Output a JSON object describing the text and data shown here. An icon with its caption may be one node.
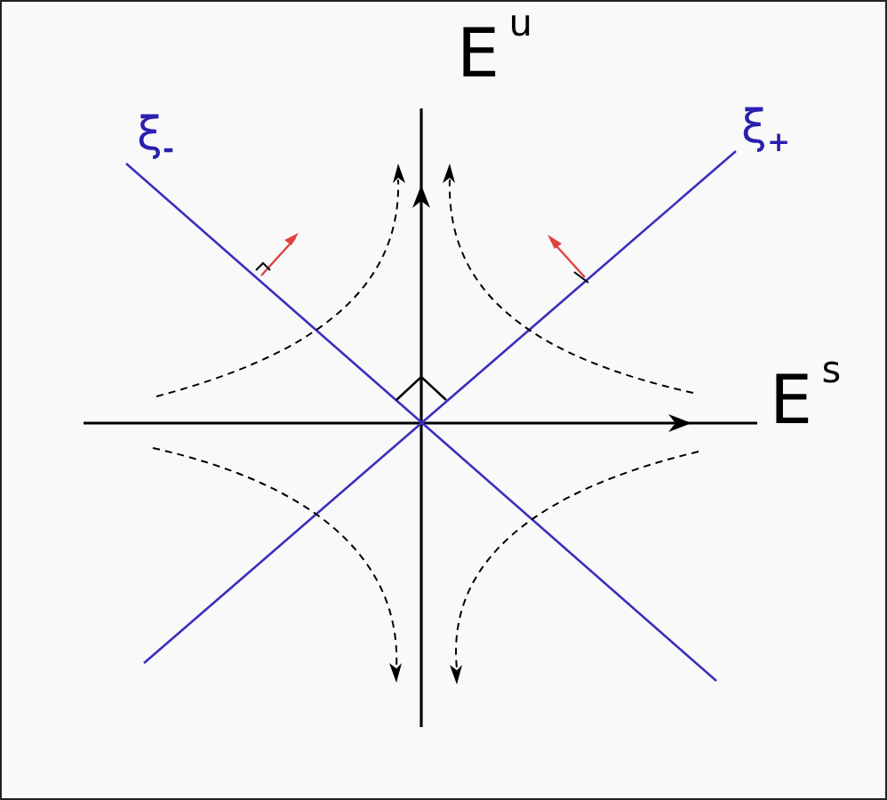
{
  "diagram": {
    "labels": [
      "E$^{u}$",
      "ξ$_{-}$",
      "ξ$_{+}$",
      "E$^{s}$"
    ]
  }
}
